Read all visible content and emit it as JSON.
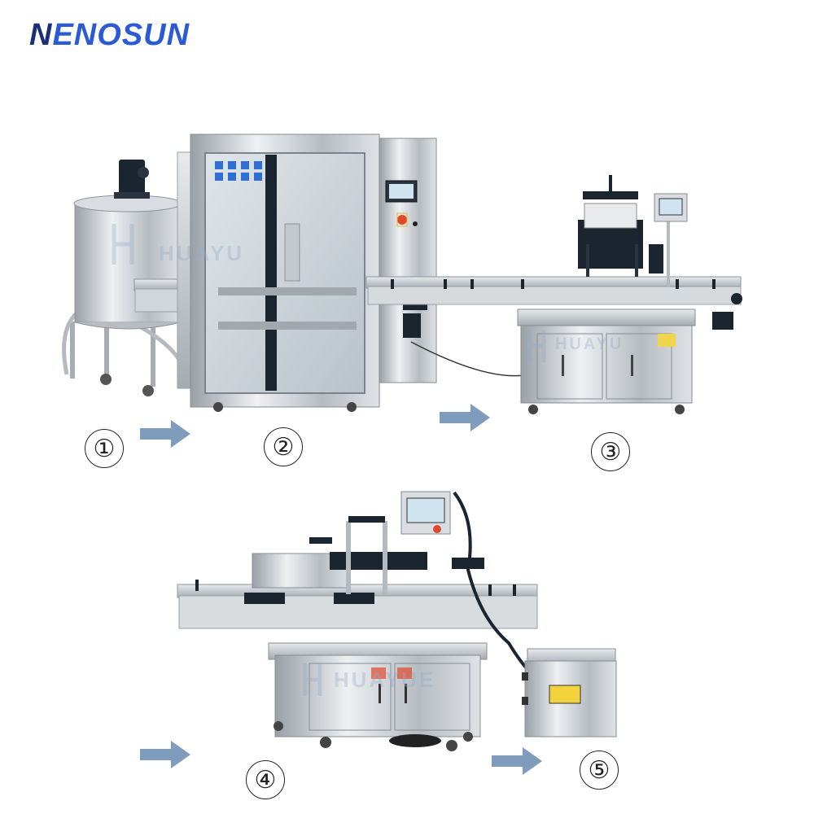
{
  "brand": {
    "first": "N",
    "rest": "ENOSUN"
  },
  "steps": [
    "①",
    "②",
    "③",
    "④",
    "⑤"
  ],
  "watermarks": [
    "HUAYU",
    "HUAYU",
    "HUAYUE"
  ],
  "colors": {
    "arrow": "#7f9cbd",
    "steel": "#c9cdd2",
    "steel_dark": "#8c9197",
    "motor": "#1b2530"
  },
  "icons": [
    "arrow-right-icon"
  ]
}
